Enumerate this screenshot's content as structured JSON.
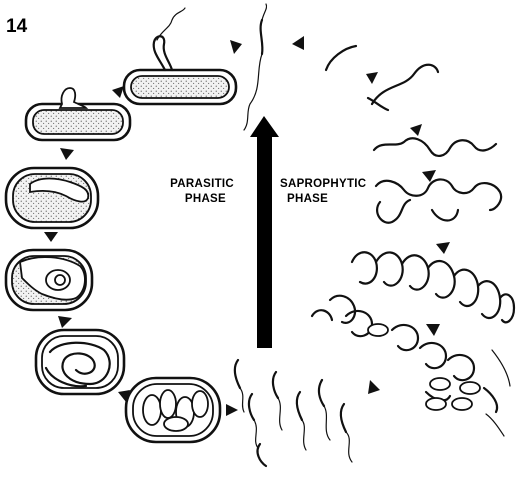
{
  "figure": {
    "number": "14",
    "labels": {
      "parasitic_line1": "PARASITIC",
      "parasitic_line2": "PHASE",
      "saprophytic_line1": "SAPROPHYTIC",
      "saprophytic_line2": "PHASE"
    },
    "colors": {
      "ink": "#111111",
      "background": "#ffffff"
    }
  }
}
